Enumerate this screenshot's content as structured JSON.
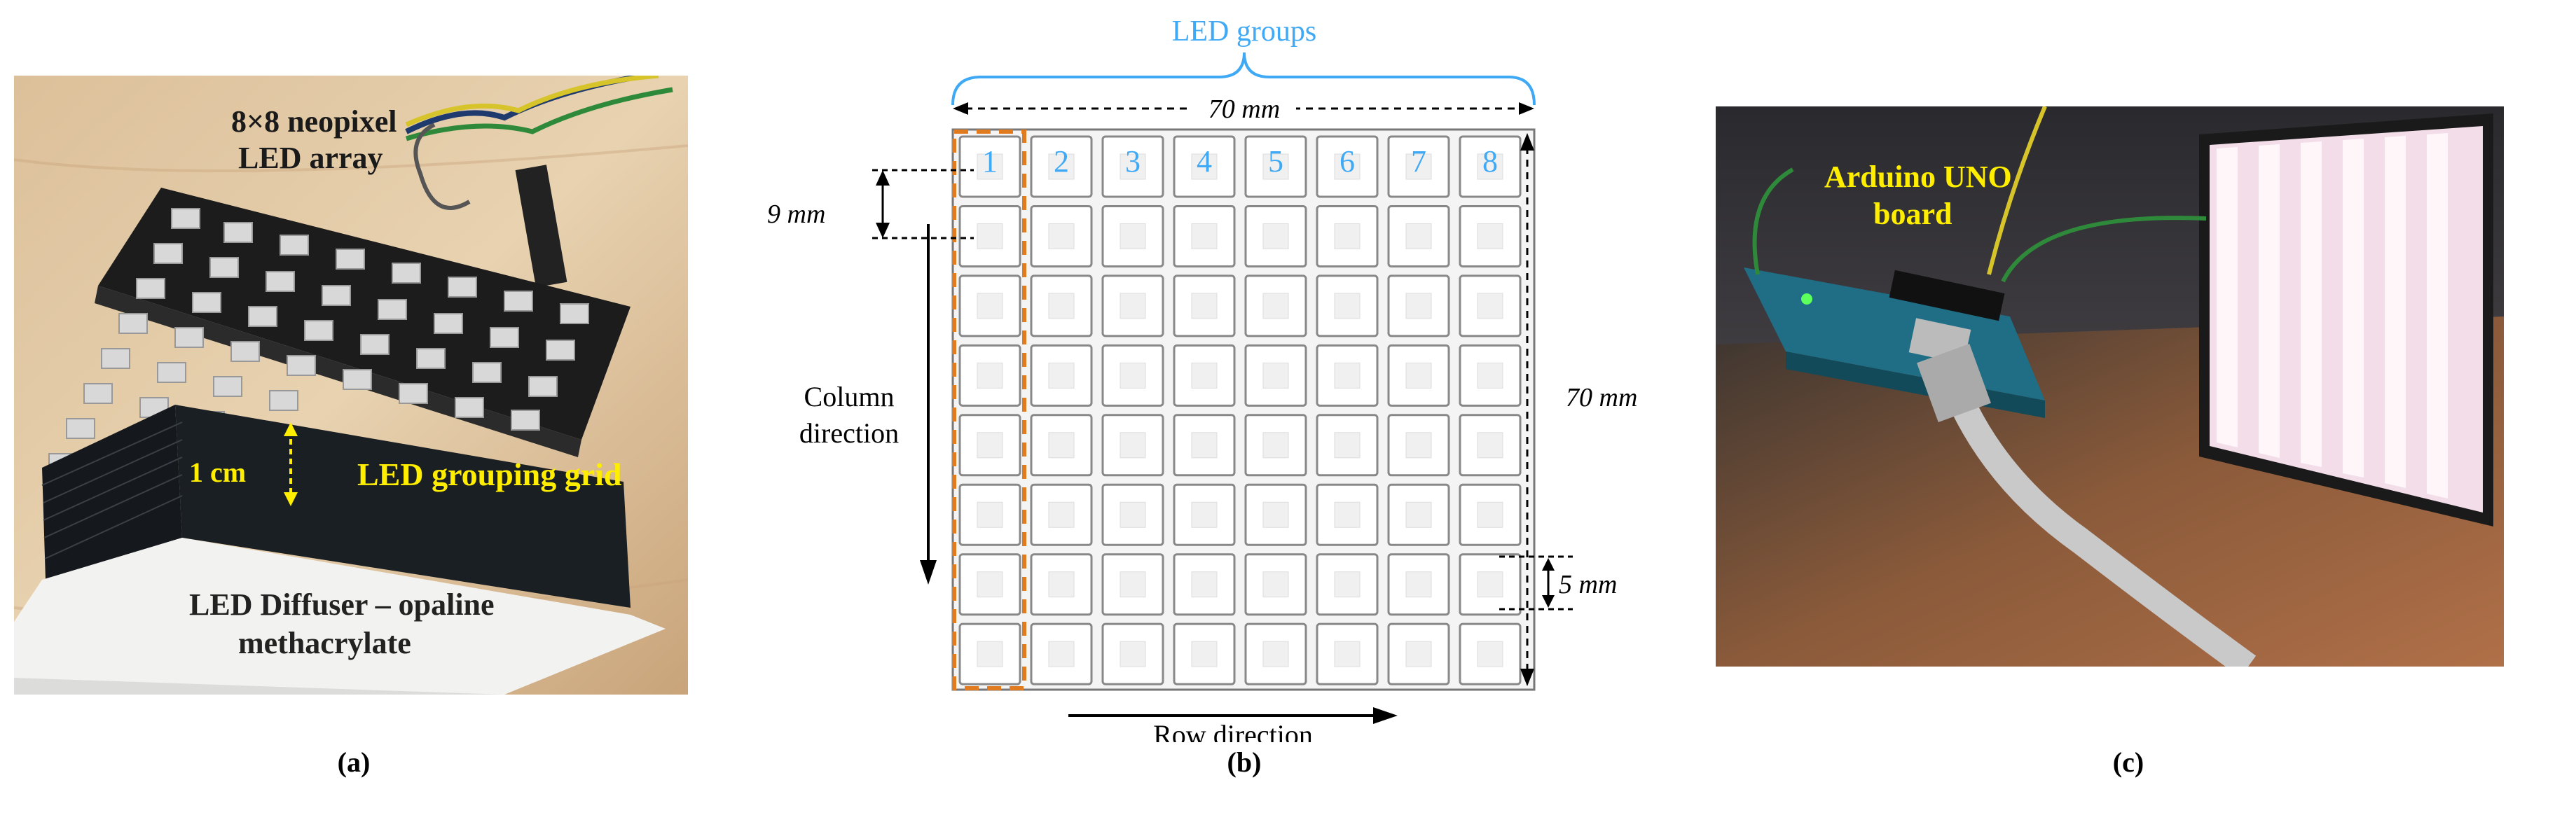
{
  "panel_a": {
    "caption": "(a)",
    "label_array_line1": "8×8 neopixel",
    "label_array_line2": "LED array",
    "label_height": "1 cm",
    "label_grid": "LED grouping grid",
    "label_diffuser_line1": "LED Diffuser – opaline",
    "label_diffuser_line2": "methacrylate"
  },
  "panel_b": {
    "caption": "(b)",
    "title": "LED groups",
    "width_label": "70 mm",
    "height_label": "70 mm",
    "pitch_label": "9 mm",
    "gap_label": "5 mm",
    "column_label_line1": "Column",
    "column_label_line2": "direction",
    "row_label": "Row direction",
    "group_numbers": [
      "1",
      "2",
      "3",
      "4",
      "5",
      "6",
      "7",
      "8"
    ],
    "rows": 8,
    "columns": 8,
    "colors": {
      "group_numbers": "#3fa9f5",
      "highlight": "#e07b20"
    }
  },
  "panel_c": {
    "caption": "(c)",
    "label_line1": "Arduino UNO",
    "label_line2": "board"
  },
  "colors": {
    "annotation_yellow": "#ffee00",
    "brace_blue": "#3fa9f5"
  }
}
